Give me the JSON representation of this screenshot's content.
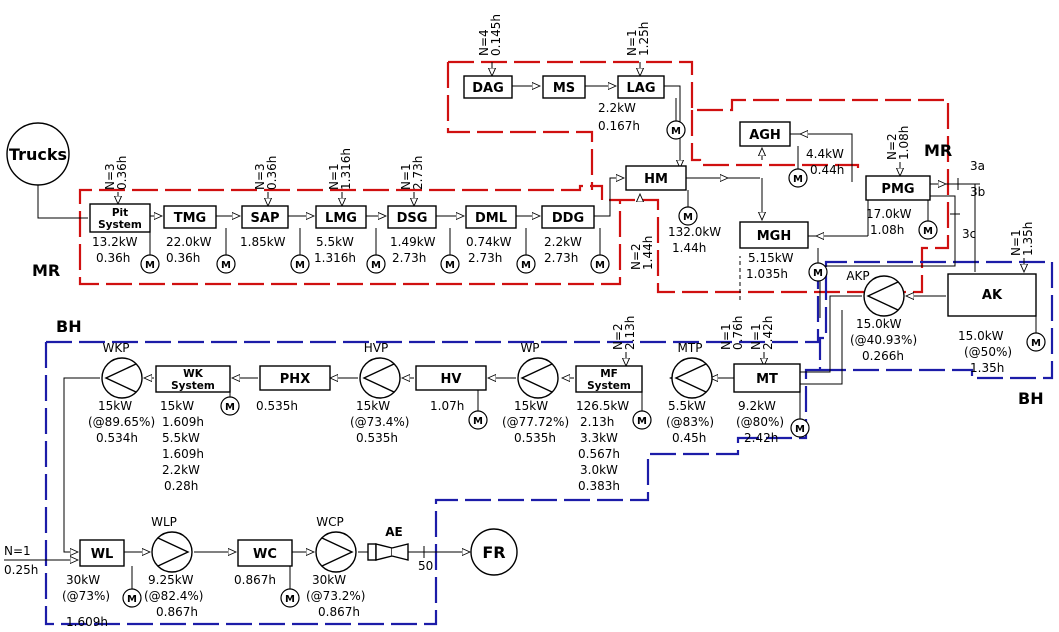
{
  "regions": {
    "mr": "MR",
    "bh": "BH"
  },
  "trucks": "Trucks",
  "fr": "FR",
  "ae": "AE",
  "ae_value": "50",
  "branches": [
    "3a",
    "3b",
    "3c"
  ],
  "motor": "M",
  "nodes": {
    "dag": "DAG",
    "ms": "MS",
    "lag": "LAG",
    "pit": "Pit System",
    "tmg": "TMG",
    "sap": "SAP",
    "lmg": "LMG",
    "dsg": "DSG",
    "dml": "DML",
    "ddg": "DDG",
    "hm": "HM",
    "agh": "AGH",
    "mgh": "MGH",
    "pmg": "PMG",
    "ak": "AK",
    "wk": "WK System",
    "phx": "PHX",
    "hv": "HV",
    "mf": "MF System",
    "mt": "MT",
    "wl": "WL",
    "wc": "WC"
  },
  "pumps": {
    "wkp": "WKP",
    "hvp": "HVP",
    "wp": "WP",
    "mtp": "MTP",
    "akp": "AKP",
    "wlp": "WLP",
    "wcp": "WCP"
  },
  "feeds": {
    "dag": [
      "N=4",
      "0.145h"
    ],
    "lag": [
      "N=1",
      "1.25h"
    ],
    "pit": [
      "N=3",
      "0.36h"
    ],
    "sap": [
      "N=3",
      "0.36h"
    ],
    "lmg": [
      "N=1",
      "1.316h"
    ],
    "dsg": [
      "N=1",
      "2.73h"
    ],
    "pmg": [
      "N=2",
      "1.08h"
    ],
    "mgh": [
      "N=2",
      "1.44h"
    ],
    "ak": [
      "N=1",
      "1.35h"
    ],
    "mf": [
      "N=2",
      "2.13h"
    ],
    "mt_a": [
      "N=1",
      "0.76h"
    ],
    "mt_b": [
      "N=1",
      "2.42h"
    ]
  },
  "wl_feed": [
    "N=1",
    "0.25h"
  ],
  "specs": {
    "lag": [
      "2.2kW",
      "0.167h"
    ],
    "pit": [
      "13.2kW",
      "0.36h"
    ],
    "tmg": [
      "22.0kW",
      "0.36h"
    ],
    "sap": [
      "1.85kW"
    ],
    "lmg": [
      "5.5kW",
      "1.316h"
    ],
    "dsg": [
      "1.49kW",
      "2.73h"
    ],
    "dml": [
      "0.74kW",
      "2.73h"
    ],
    "ddg": [
      "2.2kW",
      "2.73h"
    ],
    "hm": [
      "132.0kW",
      "1.44h"
    ],
    "agh": [
      "4.4kW",
      "0.44h"
    ],
    "mgh": [
      "5.15kW",
      "1.035h"
    ],
    "pmg": [
      "17.0kW",
      "1.08h"
    ],
    "akp": [
      "15.0kW",
      "(@40.93%)",
      "0.266h"
    ],
    "ak": [
      "15.0kW",
      "(@50%)",
      "1.35h"
    ],
    "wkp": [
      "15kW",
      "(@89.65%)",
      "0.534h"
    ],
    "wk": [
      "15kW",
      "1.609h",
      "5.5kW",
      "1.609h",
      "2.2kW",
      "0.28h"
    ],
    "phx": [
      "0.535h"
    ],
    "hvp": [
      "15kW",
      "(@73.4%)",
      "0.535h"
    ],
    "hv": [
      "1.07h"
    ],
    "wp": [
      "15kW",
      "(@77.72%)",
      "0.535h"
    ],
    "mf": [
      "126.5kW",
      "2.13h",
      "3.3kW",
      "0.567h",
      "3.0kW",
      "0.383h"
    ],
    "mtp": [
      "5.5kW",
      "(@83%)",
      "0.45h"
    ],
    "mt": [
      "9.2kW",
      "(@80%)",
      "2.42h"
    ],
    "wl": [
      "30kW",
      "(@73%)",
      "1.609h"
    ],
    "wlp": [
      "9.25kW",
      "(@82.4%)",
      "0.867h"
    ],
    "wc": [
      "0.867h"
    ],
    "wcp": [
      "30kW",
      "(@73.2%)",
      "0.867h"
    ]
  }
}
